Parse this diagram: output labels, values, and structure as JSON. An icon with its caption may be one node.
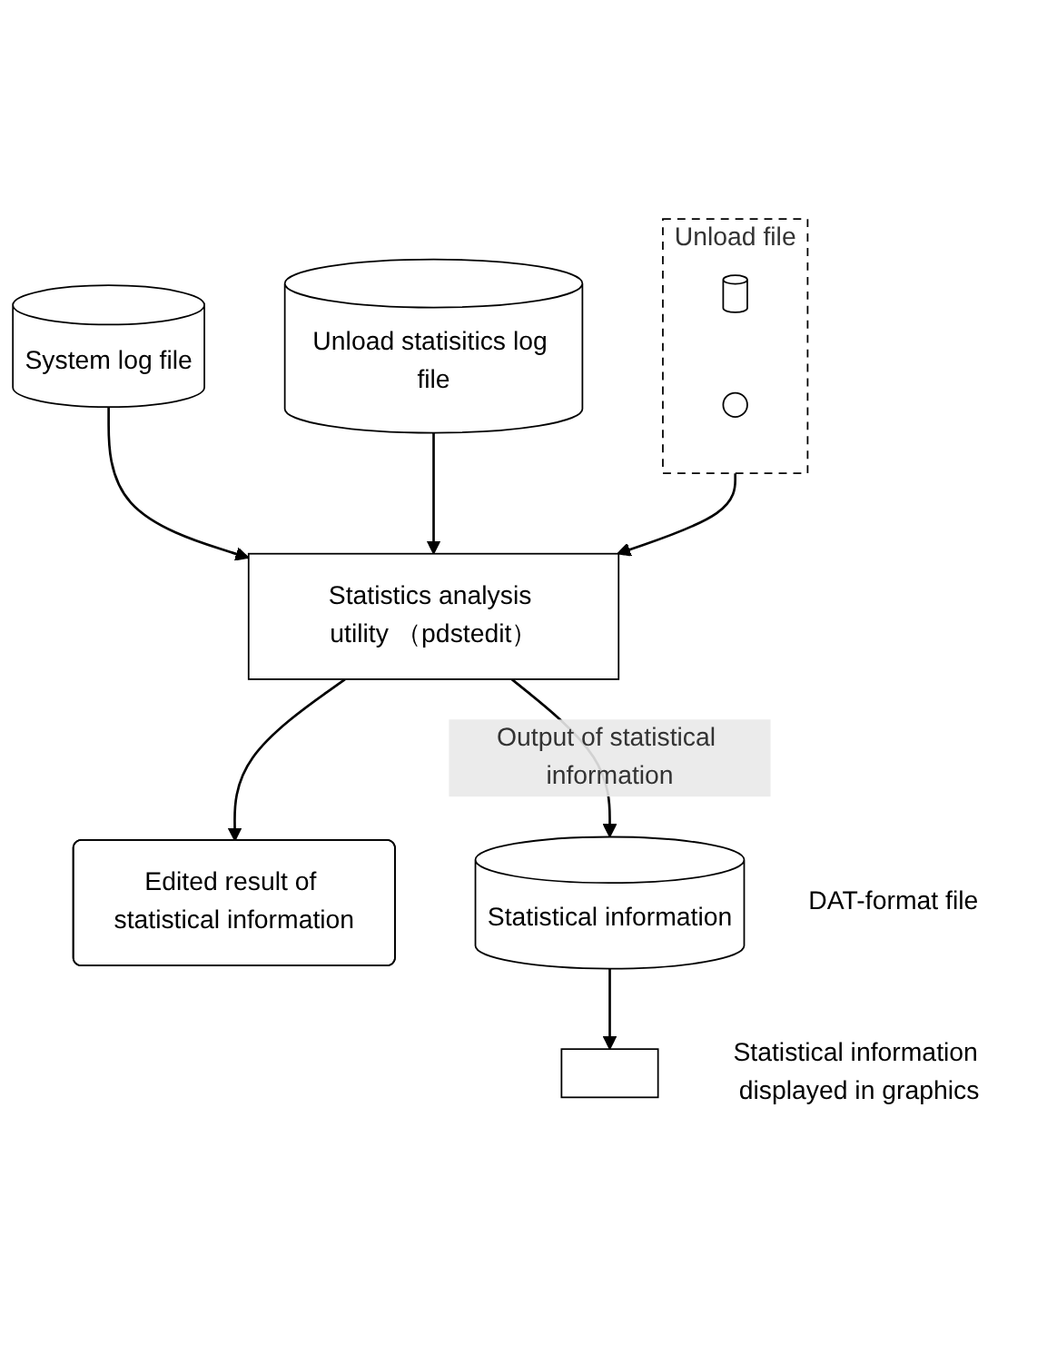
{
  "diagram": {
    "nodes": [
      {
        "text": [
          "System log file"
        ]
      },
      {
        "text": [
          "Unload file"
        ]
      },
      {
        "text": [],
        "shape": "cylinder",
        "in": 1
      },
      {
        "text": [],
        "shape": "circle",
        "in": 1
      },
      {
        "text": [
          "Unload statisitics log file"
        ]
      },
      {
        "text": [
          "Statistics analysis utility （pdstedit）"
        ]
      },
      {
        "text": [
          "Edited result of statistical information"
        ]
      },
      {
        "text": [
          "Statistical information"
        ],
        "beside": [
          "DAT-format file"
        ]
      },
      {
        "text": [],
        "shape": "box",
        "beside": [
          "Statistical information displayed in graphics"
        ]
      }
    ],
    "edges": [
      {
        "from": 0,
        "to": 5,
        "arrow": "to"
      },
      {
        "from": 1,
        "to": 5,
        "arrow": "to"
      },
      {
        "from": 4,
        "to": 5,
        "arrow": "to"
      },
      {
        "from": 5,
        "to": 6,
        "arrow": "to"
      },
      {
        "from": 5,
        "to": 7,
        "arrow": "to",
        "label": "Output of statistical information"
      },
      {
        "from": 7,
        "to": 8,
        "arrow": "to"
      }
    ]
  }
}
